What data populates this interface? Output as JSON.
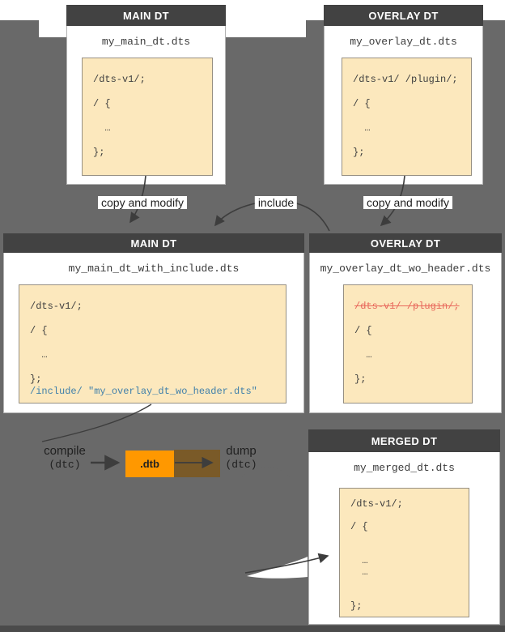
{
  "colors": {
    "page_bg": "#696969",
    "header_bg": "#424242",
    "card_bg": "#ffffff",
    "code_bg": "#fce8bd",
    "dtb_orange": "#ff9800",
    "shadow_brown": "#7a5a28",
    "include_blue": "#4180aa",
    "strike_red": "#e8695c",
    "arrow": "#3d3d3d"
  },
  "cards": {
    "main_top": {
      "title": "MAIN DT",
      "filename": "my_main_dt.dts",
      "code": [
        "/dts-v1/;",
        "",
        "/ {",
        "",
        "  …",
        "",
        "};"
      ]
    },
    "overlay_top": {
      "title": "OVERLAY DT",
      "filename": "my_overlay_dt.dts",
      "code": [
        "/dts-v1/ /plugin/;",
        "",
        "/ {",
        "",
        "  …",
        "",
        "};"
      ]
    },
    "main_include": {
      "title": "MAIN DT",
      "filename": "my_main_dt_with_include.dts",
      "code": [
        "/dts-v1/;",
        "",
        "/ {",
        "",
        "  …",
        "",
        "};",
        {
          "t": "/include/ \"my_overlay_dt_wo_header.dts\"",
          "s": "include"
        }
      ]
    },
    "overlay_wo_header": {
      "title": "OVERLAY DT",
      "filename": "my_overlay_dt_wo_header.dts",
      "code": [
        {
          "t": "/dts-v1/ /plugin/;",
          "s": "strike"
        },
        "",
        "/ {",
        "",
        "  …",
        "",
        "};"
      ]
    },
    "merged": {
      "title": "MERGED DT",
      "filename": "my_merged_dt.dts",
      "code": [
        "/dts-v1/;",
        "",
        "/ {",
        "",
        "",
        "  …",
        "  …",
        "",
        "",
        "};"
      ]
    }
  },
  "labels": {
    "copy_left": "copy and modify",
    "include": "include",
    "copy_right": "copy and modify",
    "compile": "compile",
    "compile_tool": "(dtc)",
    "dump": "dump",
    "dump_tool": "(dtc)",
    "dtb": ".dtb"
  }
}
